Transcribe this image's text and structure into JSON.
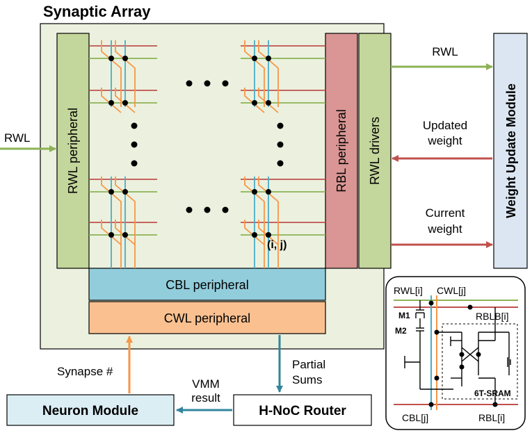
{
  "title": "Synaptic Array",
  "blocks": {
    "rwl_peripheral": "RWL peripheral",
    "rbl_peripheral": "RBL peripheral",
    "rwl_drivers": "RWL drivers",
    "cbl_peripheral": "CBL peripheral",
    "cwl_peripheral": "CWL peripheral",
    "weight_update_module": "Weight Update Module",
    "neuron_module": "Neuron Module",
    "hnoc_router": "H-NoC Router"
  },
  "arrows": {
    "rwl_in": "RWL",
    "rwl_out": "RWL",
    "updated_weight_1": "Updated",
    "updated_weight_2": "weight",
    "current_weight_1": "Current",
    "current_weight_2": "weight",
    "partial_sums_1": "Partial",
    "partial_sums_2": "Sums",
    "vmm_result_1": "VMM",
    "vmm_result_2": "result",
    "synapse": "Synapse #"
  },
  "cell_label": "(i, j)",
  "circuit": {
    "rwl_i": "RWL[i]",
    "cwl_j": "CWL[j]",
    "rblb_i": "RBLB[i]",
    "m1": "M1",
    "m2": "M2",
    "sram": "6T-SRAM",
    "cbl_j": "CBL[j]",
    "rbl_i": "RBL[i]"
  },
  "colors": {
    "green_line": "#8db255",
    "red_line": "#c0504d",
    "blue_line": "#4bacc6",
    "orange_line": "#f79646",
    "array_bg": "#ebf1de",
    "rwl_periph": "#c3d69b",
    "rbl_periph": "#d99694",
    "cbl_periph": "#92cddc",
    "cwl_periph": "#fac090",
    "wum_bg": "#dce6f2",
    "neuron_bg": "#dbeef4"
  }
}
